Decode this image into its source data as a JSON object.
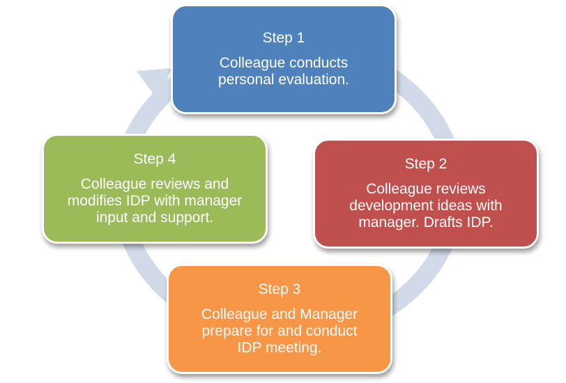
{
  "colors": {
    "ring": "#d2daea",
    "text": "#ffffff",
    "box_border": "#ffffff"
  },
  "steps": [
    {
      "title": "Step 1",
      "text": "Colleague conducts\npersonal evaluation.",
      "color": "#4f81bd"
    },
    {
      "title": "Step 2",
      "text": "Colleague reviews\ndevelopment ideas with\nmanager. Drafts IDP.",
      "color": "#c0504d"
    },
    {
      "title": "Step 3",
      "text": "Colleague and Manager\nprepare for and conduct\nIDP meeting.",
      "color": "#f79646"
    },
    {
      "title": "Step 4",
      "text": "Colleague reviews and\nmodifies IDP with manager\ninput and support.",
      "color": "#9bbb59"
    }
  ]
}
